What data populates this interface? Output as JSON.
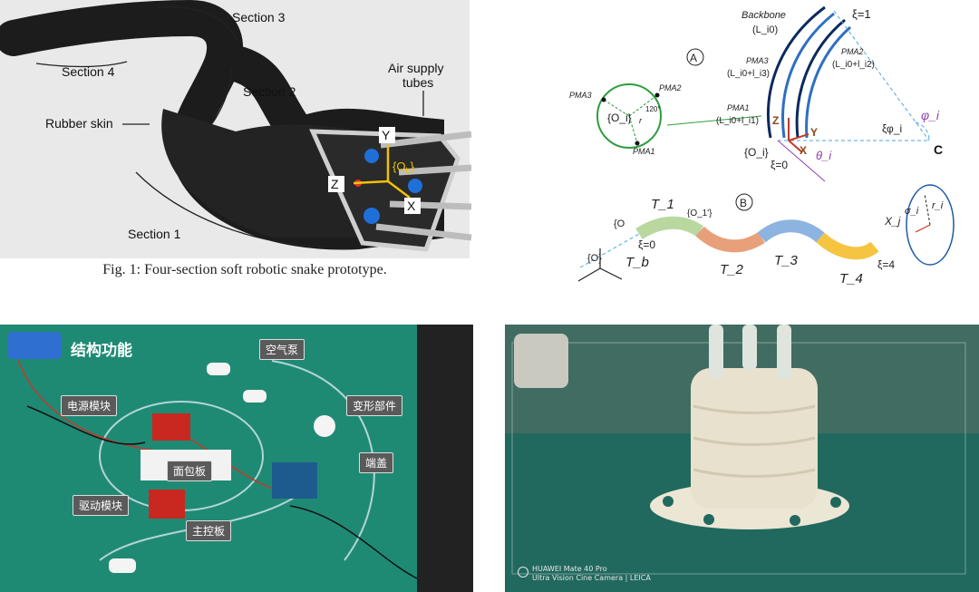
{
  "panel1": {
    "labels": {
      "section3": "Section 3",
      "section4": "Section 4",
      "section2": "Section 2",
      "section1": "Section 1",
      "rubber_skin": "Rubber skin",
      "air_supply": "Air supply",
      "tubes": "tubes",
      "y": "Y",
      "z": "Z",
      "x": "X",
      "ob": "{O",
      "ob_sub": "b",
      "ob_close": "}"
    },
    "caption": "Fig. 1: Four-section soft robotic snake prototype."
  },
  "panel2": {
    "labels": {
      "circle_a": "A",
      "circle_b": "B",
      "backbone": "Backbone",
      "backbone_len": "(L_i0)",
      "pma3": "PMA3",
      "pma3_len": "(L_i0+l_i3)",
      "pma2": "PMA2",
      "pma2_len": "(L_i0+l_i2)",
      "pma1": "PMA1",
      "pma1_len": "(L_i0+l_i1)",
      "xi1": "ξ=1",
      "xi0": "ξ=0",
      "oi": "{O_i}",
      "phi": "φ_i",
      "xiphi": "ξφ_i",
      "theta": "θ_i",
      "c": "C",
      "z": "Z",
      "y": "Y",
      "x": "X",
      "angle": "120°",
      "r": "r",
      "t1": "T_1",
      "t2": "T_2",
      "t3": "T_3",
      "t4": "T_4",
      "tb": "T_b",
      "o": "{O}",
      "o1": "{O_1'}",
      "xi4": "ξ=4",
      "xj": "X_j",
      "sigma": "σ_i",
      "ri": "r_i"
    }
  },
  "panel3": {
    "title": "结构功能",
    "tags": {
      "power": "电源模块",
      "pump": "空气泵",
      "deform": "变形部件",
      "breadboard": "面包板",
      "endcap": "端盖",
      "driver": "驱动模块",
      "mainboard": "主控板"
    }
  },
  "panel4": {
    "camera_line1": "HUAWEI Mate 40 Pro",
    "camera_line2": "Ultra Vision Cine Camera | LEICA"
  },
  "colors": {
    "mat_green": "#1f8a74",
    "mat_teal": "#21695f",
    "pma_green": "#2e9e3e",
    "segment_orange": "#e8a07a",
    "segment_blue": "#8db3e0",
    "segment_yellow": "#f5c542",
    "segment_green": "#b8d8a0",
    "accent_red": "#c0392b",
    "accent_purple": "#8e44ad",
    "axis_blue": "#1e5aa8"
  }
}
